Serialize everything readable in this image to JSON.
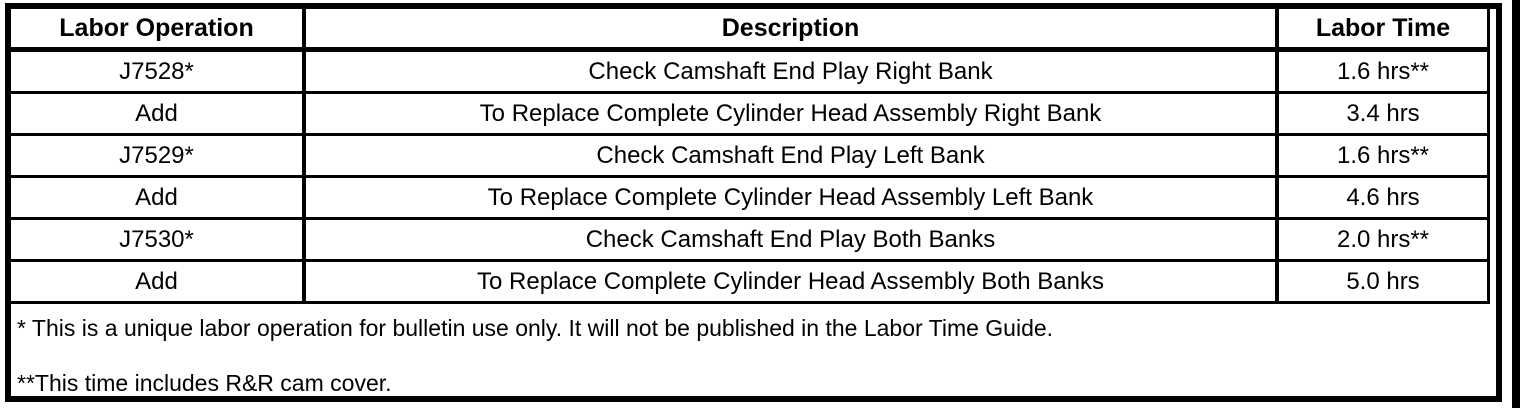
{
  "table": {
    "headers": [
      "Labor Operation",
      "Description",
      "Labor Time"
    ],
    "rows": [
      {
        "op": "J7528*",
        "desc": "Check Camshaft End Play Right Bank",
        "time": "1.6 hrs**"
      },
      {
        "op": "Add",
        "desc": "To Replace Complete Cylinder Head Assembly Right Bank",
        "time": "3.4 hrs"
      },
      {
        "op": "J7529*",
        "desc": "Check Camshaft End Play Left Bank",
        "time": "1.6 hrs**"
      },
      {
        "op": "Add",
        "desc": "To Replace Complete Cylinder Head Assembly Left Bank",
        "time": "4.6 hrs"
      },
      {
        "op": "J7530*",
        "desc": "Check Camshaft End Play Both Banks",
        "time": "2.0 hrs**"
      },
      {
        "op": "Add",
        "desc": "To Replace Complete Cylinder Head Assembly Both Banks",
        "time": "5.0 hrs"
      }
    ]
  },
  "notes": [
    "* This is a unique labor operation for bulletin use only. It will not be published in the Labor Time Guide.",
    "**This time includes R&R cam cover."
  ],
  "colors": {
    "border": "#000000",
    "background": "#ffffff",
    "text": "#000000"
  }
}
